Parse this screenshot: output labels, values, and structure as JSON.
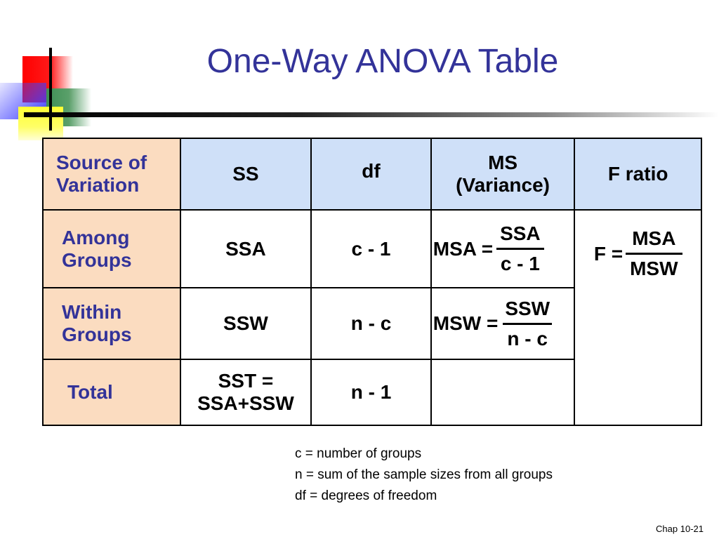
{
  "slide": {
    "title": "One-Way ANOVA Table",
    "footer": "Chap 10-21"
  },
  "table": {
    "header": {
      "source_line1": "Source of",
      "source_line2": "Variation",
      "ss": "SS",
      "df": "df",
      "ms_line1": "MS",
      "ms_line2": "(Variance)",
      "f": "F ratio"
    },
    "among": {
      "label_line1": "Among",
      "label_line2": "Groups",
      "ss": "SSA",
      "df": "c - 1",
      "ms_lhs": "MSA =",
      "ms_num": "SSA",
      "ms_den": "c - 1"
    },
    "within": {
      "label_line1": "Within",
      "label_line2": "Groups",
      "ss": "SSW",
      "df": "n - c",
      "ms_lhs": "MSW =",
      "ms_num": "SSW",
      "ms_den": "n - c"
    },
    "total": {
      "label": "Total",
      "ss_line1": "SST =",
      "ss_line2": "SSA+SSW",
      "df": "n - 1"
    },
    "f_ratio": {
      "lhs": "F =",
      "num": "MSA",
      "den": "MSW"
    }
  },
  "notes": [
    "c = number of groups",
    "n = sum of the sample sizes from all groups",
    "df = degrees of freedom"
  ],
  "colors": {
    "title": "#333399",
    "header_fill": "#cfe0f8",
    "source_fill": "#fbdcc0"
  }
}
